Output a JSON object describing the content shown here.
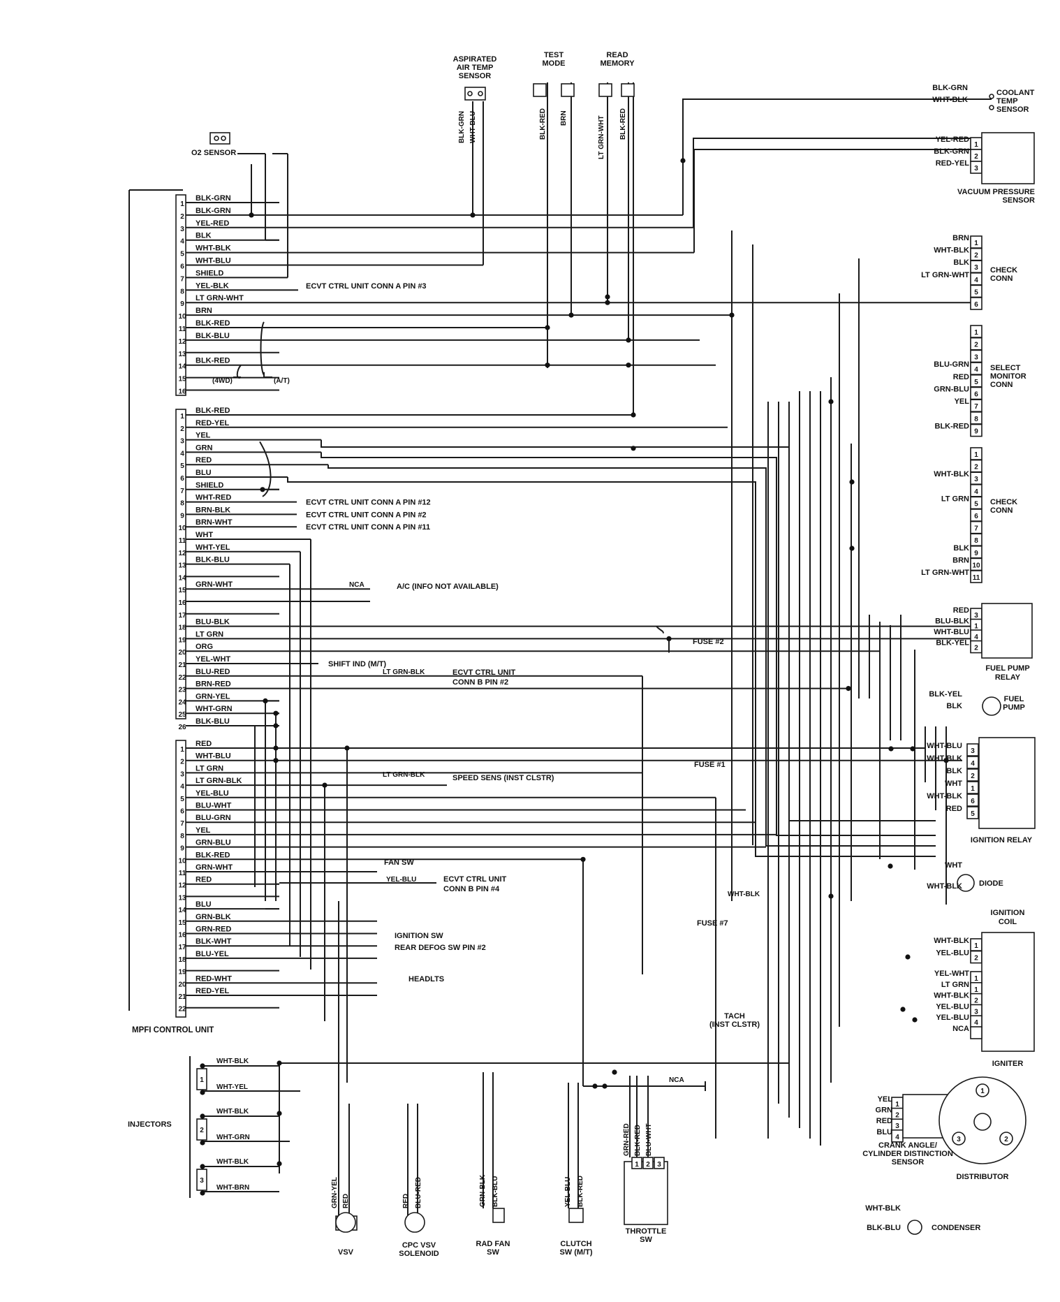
{
  "ecu": {
    "title": "MPFI CONTROL UNIT",
    "conn_a": [
      {
        "pin": "1",
        "wire": "BLK-GRN"
      },
      {
        "pin": "2",
        "wire": "BLK-GRN"
      },
      {
        "pin": "3",
        "wire": "YEL-RED"
      },
      {
        "pin": "4",
        "wire": "BLK"
      },
      {
        "pin": "5",
        "wire": "WHT-BLK"
      },
      {
        "pin": "6",
        "wire": "WHT-BLU"
      },
      {
        "pin": "7",
        "wire": "SHIELD"
      },
      {
        "pin": "8",
        "wire": "YEL-BLK"
      },
      {
        "pin": "9",
        "wire": "LT GRN-WHT"
      },
      {
        "pin": "10",
        "wire": "BRN"
      },
      {
        "pin": "11",
        "wire": "BLK-RED"
      },
      {
        "pin": "12",
        "wire": "BLK-BLU"
      },
      {
        "pin": "13",
        "wire": ""
      },
      {
        "pin": "14",
        "wire": "BLK-RED"
      },
      {
        "pin": "15",
        "wire": ""
      },
      {
        "pin": "16",
        "wire": ""
      }
    ],
    "conn_b": [
      {
        "pin": "1",
        "wire": "BLK-RED"
      },
      {
        "pin": "2",
        "wire": "RED-YEL"
      },
      {
        "pin": "3",
        "wire": "YEL"
      },
      {
        "pin": "4",
        "wire": "GRN"
      },
      {
        "pin": "5",
        "wire": "RED"
      },
      {
        "pin": "6",
        "wire": "BLU"
      },
      {
        "pin": "7",
        "wire": "SHIELD"
      },
      {
        "pin": "8",
        "wire": "WHT-RED"
      },
      {
        "pin": "9",
        "wire": "BRN-BLK"
      },
      {
        "pin": "10",
        "wire": "BRN-WHT"
      },
      {
        "pin": "11",
        "wire": "WHT"
      },
      {
        "pin": "12",
        "wire": "WHT-YEL"
      },
      {
        "pin": "13",
        "wire": "BLK-BLU"
      },
      {
        "pin": "14",
        "wire": ""
      },
      {
        "pin": "15",
        "wire": "GRN-WHT"
      },
      {
        "pin": "16",
        "wire": ""
      },
      {
        "pin": "17",
        "wire": ""
      },
      {
        "pin": "18",
        "wire": "BLU-BLK"
      },
      {
        "pin": "19",
        "wire": "LT GRN"
      },
      {
        "pin": "20",
        "wire": "ORG"
      },
      {
        "pin": "21",
        "wire": "YEL-WHT"
      },
      {
        "pin": "22",
        "wire": "BLU-RED"
      },
      {
        "pin": "23",
        "wire": "BRN-RED"
      },
      {
        "pin": "24",
        "wire": "GRN-YEL"
      },
      {
        "pin": "25",
        "wire": "WHT-GRN"
      },
      {
        "pin": "26",
        "wire": "BLK-BLU"
      }
    ],
    "conn_c": [
      {
        "pin": "1",
        "wire": "RED"
      },
      {
        "pin": "2",
        "wire": "WHT-BLU"
      },
      {
        "pin": "3",
        "wire": "LT GRN"
      },
      {
        "pin": "4",
        "wire": "LT GRN-BLK"
      },
      {
        "pin": "5",
        "wire": "YEL-BLU"
      },
      {
        "pin": "6",
        "wire": "BLU-WHT"
      },
      {
        "pin": "7",
        "wire": "BLU-GRN"
      },
      {
        "pin": "8",
        "wire": "YEL"
      },
      {
        "pin": "9",
        "wire": "GRN-BLU"
      },
      {
        "pin": "10",
        "wire": "BLK-RED"
      },
      {
        "pin": "11",
        "wire": "GRN-WHT"
      },
      {
        "pin": "12",
        "wire": "RED"
      },
      {
        "pin": "13",
        "wire": ""
      },
      {
        "pin": "14",
        "wire": "BLU"
      },
      {
        "pin": "15",
        "wire": "GRN-BLK"
      },
      {
        "pin": "16",
        "wire": "GRN-RED"
      },
      {
        "pin": "17",
        "wire": "BLK-WHT"
      },
      {
        "pin": "18",
        "wire": "BLU-YEL"
      },
      {
        "pin": "19",
        "wire": ""
      },
      {
        "pin": "20",
        "wire": "RED-WHT"
      },
      {
        "pin": "21",
        "wire": "RED-YEL"
      },
      {
        "pin": "22",
        "wire": ""
      }
    ]
  },
  "components": {
    "o2_sensor": "O2 SENSOR",
    "aspirated_air_temp": [
      "ASPIRATED",
      "AIR TEMP",
      "SENSOR"
    ],
    "test_mode": [
      "TEST",
      "MODE"
    ],
    "read_memory": [
      "READ",
      "MEMORY"
    ],
    "coolant_temp": [
      "COOLANT",
      "TEMP",
      "SENSOR"
    ],
    "vacuum_pressure": [
      "VACUUM PRESSURE",
      "SENSOR"
    ],
    "check_conn_1": [
      "CHECK",
      "CONN"
    ],
    "select_monitor": [
      "SELECT",
      "MONITOR",
      "CONN"
    ],
    "check_conn_2": [
      "CHECK",
      "CONN"
    ],
    "fuel_pump_relay": [
      "FUEL PUMP",
      "RELAY"
    ],
    "fuel_pump": [
      "FUEL",
      "PUMP"
    ],
    "ignition_relay": "IGNITION RELAY",
    "diode": "DIODE",
    "ignition_coil": [
      "IGNITION",
      "COIL"
    ],
    "igniter": "IGNITER",
    "crank_angle": [
      "CRANK ANGLE/",
      "CYLINDER DISTINCTION",
      "SENSOR"
    ],
    "distributor": "DISTRIBUTOR",
    "condenser": "CONDENSER",
    "injectors": "INJECTORS",
    "vsv": "VSV",
    "cpc_vsv": [
      "CPC VSV",
      "SOLENOID"
    ],
    "rad_fan": [
      "RAD FAN",
      "SW"
    ],
    "clutch": [
      "CLUTCH",
      "SW (M/T)"
    ],
    "throttle": [
      "THROTTLE",
      "SW"
    ]
  },
  "notes": {
    "ecvt_a3": "ECVT CTRL UNIT CONN A PIN #3",
    "ecvt_a12": "ECVT CTRL UNIT CONN A PIN #12",
    "ecvt_a2": "ECVT CTRL UNIT CONN A PIN #2",
    "ecvt_a11": "ECVT CTRL UNIT CONN A PIN #11",
    "ac": "A/C (INFO NOT AVAILABLE)",
    "nca": "NCA",
    "shift_ind": "SHIFT IND (M/T)",
    "ecvt_b2": [
      "ECVT CTRL UNIT",
      "CONN B PIN #2"
    ],
    "ltgrn_blk": "LT GRN-BLK",
    "speed_sens": "SPEED SENS (INST CLSTR)",
    "fan_sw": "FAN SW",
    "yel_blu": "YEL-BLU",
    "ecvt_b4": [
      "ECVT CTRL UNIT",
      "CONN B PIN #4"
    ],
    "ign_sw": "IGNITION SW",
    "rear_defog": "REAR DEFOG SW PIN #2",
    "headlts": "HEADLTS",
    "four_wd": "(4WD)",
    "at": "(A/T)",
    "fuse2": "FUSE #2",
    "fuse1": "FUSE #1",
    "fuse7": "FUSE #7",
    "wht_blk": "WHT-BLK",
    "tach": [
      "TACH",
      "(INST CLSTR)"
    ]
  },
  "right_labels": {
    "coolant": [
      {
        "w": "BLK-GRN"
      },
      {
        "w": "WHT-BLK"
      }
    ],
    "vacuum": [
      {
        "w": "YEL-RED",
        "p": "1"
      },
      {
        "w": "BLK-GRN",
        "p": "2"
      },
      {
        "w": "RED-YEL",
        "p": "3"
      }
    ],
    "check1": [
      {
        "w": "BRN",
        "p": "1"
      },
      {
        "w": "WHT-BLK",
        "p": "2"
      },
      {
        "w": "BLK",
        "p": "3"
      },
      {
        "w": "LT GRN-WHT",
        "p": "4"
      },
      {
        "w": "",
        "p": "5"
      },
      {
        "w": "",
        "p": "6"
      }
    ],
    "select": [
      {
        "w": "",
        "p": "1"
      },
      {
        "w": "",
        "p": "2"
      },
      {
        "w": "",
        "p": "3"
      },
      {
        "w": "BLU-GRN",
        "p": "4"
      },
      {
        "w": "RED",
        "p": "5"
      },
      {
        "w": "GRN-BLU",
        "p": "6"
      },
      {
        "w": "YEL",
        "p": "7"
      },
      {
        "w": "",
        "p": "8"
      },
      {
        "w": "BLK-RED",
        "p": "9"
      }
    ],
    "check2": [
      {
        "w": "",
        "p": "1"
      },
      {
        "w": "",
        "p": "2"
      },
      {
        "w": "WHT-BLK",
        "p": "3"
      },
      {
        "w": "",
        "p": "4"
      },
      {
        "w": "LT GRN",
        "p": "5"
      },
      {
        "w": "",
        "p": "6"
      },
      {
        "w": "",
        "p": "7"
      },
      {
        "w": "",
        "p": "8"
      },
      {
        "w": "BLK",
        "p": "9"
      },
      {
        "w": "BRN",
        "p": "10"
      },
      {
        "w": "LT GRN-WHT",
        "p": "11"
      }
    ],
    "fprelay": [
      {
        "w": "RED",
        "p": "3"
      },
      {
        "w": "BLU-BLK",
        "p": "1"
      },
      {
        "w": "WHT-BLU",
        "p": "4"
      },
      {
        "w": "BLK-YEL",
        "p": "2"
      }
    ],
    "fpump": [
      {
        "w": "BLK-YEL"
      },
      {
        "w": "BLK"
      }
    ],
    "ignrelay": [
      {
        "w": "WHT-BLU",
        "p": "3"
      },
      {
        "w": "WHT-BLK",
        "p": "4"
      },
      {
        "w": "BLK",
        "p": "2"
      },
      {
        "w": "WHT",
        "p": "1"
      },
      {
        "w": "WHT-BLK",
        "p": "6"
      },
      {
        "w": "RED",
        "p": "5"
      }
    ],
    "diode": [
      {
        "w": "WHT"
      },
      {
        "w": "WHT-BLK"
      }
    ],
    "coil": [
      {
        "w": "WHT-BLK",
        "p": "1"
      },
      {
        "w": "YEL-BLU",
        "p": "2"
      }
    ],
    "igniter": [
      {
        "w": "YEL-WHT",
        "p": "1"
      },
      {
        "w": "LT GRN",
        "p": "1"
      },
      {
        "w": "WHT-BLK",
        "p": "2"
      },
      {
        "w": "YEL-BLU",
        "p": "3"
      },
      {
        "w": "YEL-BLU",
        "p": "4"
      },
      {
        "w": "NCA",
        "p": ""
      }
    ],
    "crank": [
      {
        "w": "YEL",
        "p": "1"
      },
      {
        "w": "GRN",
        "p": "2"
      },
      {
        "w": "RED",
        "p": "3"
      },
      {
        "w": "BLU",
        "p": "4"
      }
    ],
    "condenser": [
      {
        "w": "WHT-BLK"
      },
      {
        "w": "BLK-BLU"
      }
    ]
  },
  "top_wires": {
    "aspirated": [
      "BLK-GRN",
      "WHT-BLU"
    ],
    "test": [
      "BLK-RED",
      "BRN"
    ],
    "read": [
      "LT GRN-WHT",
      "BLK-RED"
    ]
  },
  "injector_wires": [
    {
      "n": "1",
      "a": "WHT-BLK",
      "b": "WHT-YEL"
    },
    {
      "n": "2",
      "a": "WHT-BLK",
      "b": "WHT-GRN"
    },
    {
      "n": "3",
      "a": "WHT-BLK",
      "b": "WHT-BRN"
    }
  ],
  "bottom_wires": {
    "vsv": [
      "GRN-YEL",
      "RED"
    ],
    "cpc": [
      "RED",
      "BLU-RED"
    ],
    "radfan": [
      "GRN-BLK",
      "BLK-BLU"
    ],
    "clutch": [
      "YEL-BLU",
      "BLK-RED"
    ],
    "throttle": [
      "GRN-RED",
      "BLK-RED",
      "BLU-WHT"
    ],
    "throttle_pins": [
      "1",
      "2",
      "3"
    ],
    "nca": "NCA"
  },
  "distributor_pins": [
    "1",
    "2",
    "3"
  ]
}
